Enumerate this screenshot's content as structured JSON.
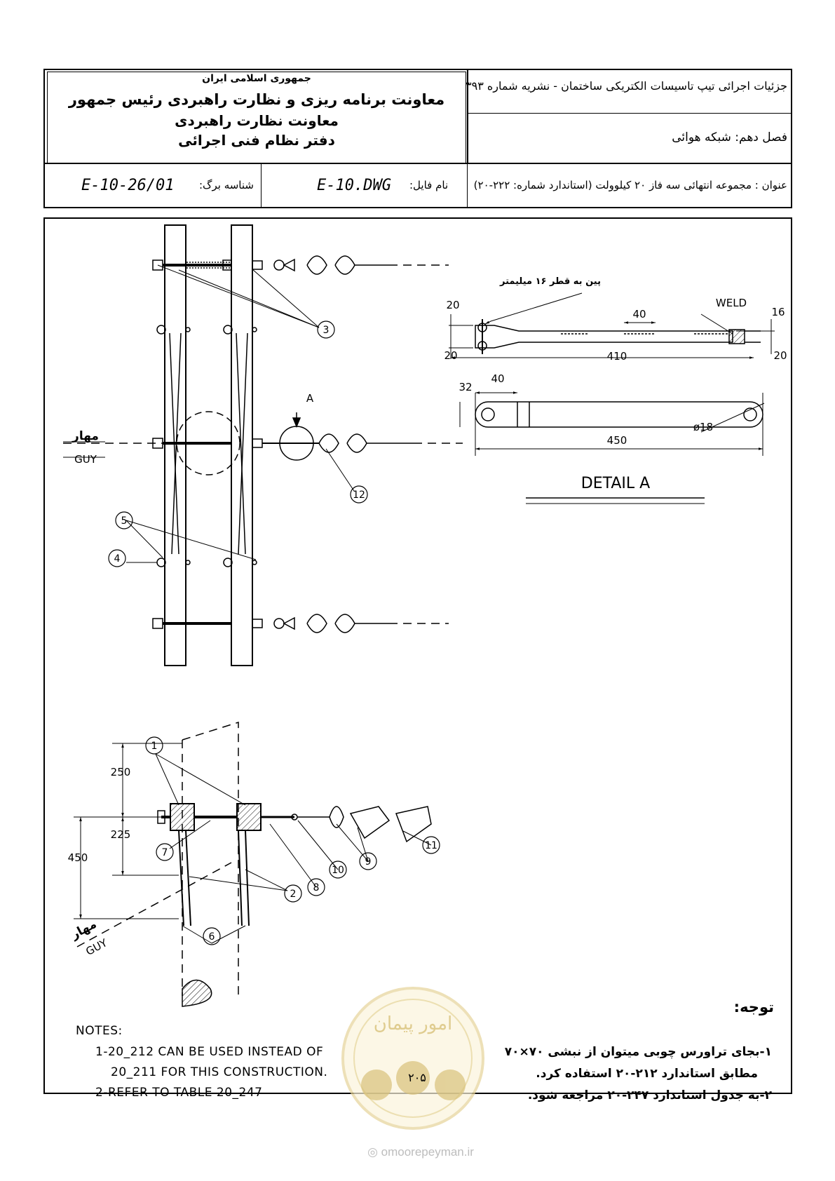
{
  "header": {
    "org_line1": "جمهوری اسلامی ایران",
    "org_line2": "معاونت برنامه ریزی و نظارت راهبردی رئیس جمهور",
    "org_line3": "معاونت نظارت راهبردی",
    "org_line4": "دفتر نظام فنی اجرائی",
    "publication": "جزئیات اجرائی تیپ تاسیسات الکتریکی ساختمان - نشریه شماره ۳۹۳",
    "chapter": "فصل دهم: شبکه هوائی",
    "sheet_id_label": "شناسه برگ:",
    "sheet_id": "E-10-26/01",
    "file_label": "نام فایل:",
    "file_name": "E-10.DWG",
    "title": "عنوان : مجموعه انتهائی سه فاز ۲۰ کیلوولت (استاندارد شماره: ۲۲۲-۲۰)"
  },
  "drawing": {
    "guy_fa": "مهار",
    "guy_en": "GUY",
    "detail_callout": "A",
    "detail_title": "DETAIL A",
    "pin_label": "پین به قطر ۱۶ میلیمتر",
    "weld_label": "WELD",
    "dims_detail": {
      "d20_top": "20",
      "d40_slot": "40",
      "d16": "16",
      "d20_left_bottom": "20",
      "d410": "410",
      "d20_right_bottom": "20",
      "d32": "32",
      "d40_plan": "40",
      "d450_plan": "450",
      "dia18": "ø18"
    },
    "dims_side": {
      "d250": "250",
      "d225": "225",
      "d450": "450"
    },
    "item_numbers_top": [
      "3",
      "12",
      "5",
      "4"
    ],
    "item_numbers_side": [
      "1",
      "7",
      "2",
      "6",
      "8",
      "10",
      "9",
      "11"
    ]
  },
  "notes_en": {
    "heading": "NOTES:",
    "line1": "1-20_212 CAN BE USED INSTEAD OF",
    "line2": "20_211 FOR THIS CONSTRUCTION.",
    "line3": "2-REFER TO TABLE 20_247"
  },
  "notes_fa": {
    "heading": "توجه:",
    "line1": "۱-بجای تراورس چوبی میتوان از نبشی ۷۰×۷۰",
    "line2": "مطابق استاندارد ۲۱۲-۲۰ استفاده کرد.",
    "line3": "۲-به جدول استاندارد ۲۴۷-۲۰ مراجعه شود."
  },
  "page_number": "۲۰۵",
  "stamp_text": "امور پیمان",
  "watermark": "omoorepeyman.ir"
}
